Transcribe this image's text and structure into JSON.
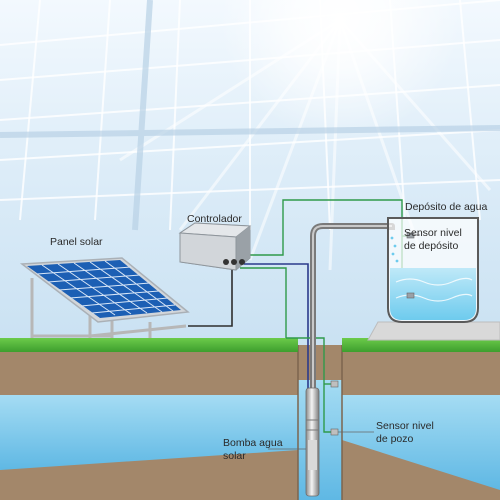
{
  "labels": {
    "solar_panel": "Panel solar",
    "controller": "Controlador",
    "tank": "Depósito de agua",
    "tank_sensor": [
      "Sensor nivel",
      "de depósito"
    ],
    "pump": [
      "Bomba agua",
      "solar"
    ],
    "well_sensor": [
      "Sensor nivel",
      "de pozo"
    ]
  },
  "colors": {
    "sky_top": "#e9f4fc",
    "sky_bottom": "#cfe4f4",
    "grass": "#4fb43a",
    "soil": "#a3876a",
    "well_water": "#7cc6ea",
    "tank_water": "#7fd0ee",
    "panel_cells": "#1c5fb4",
    "pipe": "#8d8d8d",
    "control_wire": "#2f9a4a",
    "power_wire": "#2b3a8c"
  }
}
